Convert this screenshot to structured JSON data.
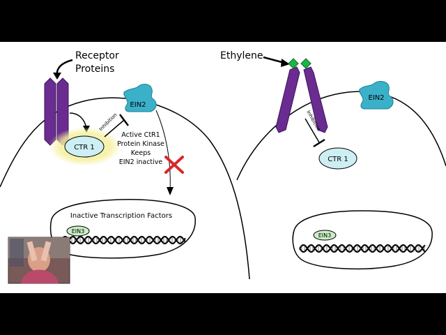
{
  "left_panel": {
    "receptor_label_line1": "Receptor",
    "receptor_label_line2": "Proteins",
    "ein2_label": "EIN2",
    "ctr1_label": "CTR 1",
    "inhibition_label": "Inhibition",
    "note_line1": "Active CtR1",
    "note_line2": "Protein Kinase",
    "note_line3": "Keeps",
    "note_line4": "EIN2 inactive",
    "nucleus_title": "Inactive Transcription Factors",
    "ein3_label": "EIN3"
  },
  "right_panel": {
    "ethylene_label": "Ethylene",
    "ein2_label": "EIN2",
    "inhibition_label": "Inhibition",
    "ctr1_label": "CTR 1",
    "ein3_label": "EIN3"
  },
  "colors": {
    "receptor": "#6a2c91",
    "ein2": "#3bb0c9",
    "ctr1_fill": "#cdeef3",
    "ctr1_glow": "#f4ef9a",
    "ein3_fill": "#c9eec6",
    "ethylene": "#1db34a",
    "cross": "#d62828",
    "letterbox": "#000000"
  }
}
